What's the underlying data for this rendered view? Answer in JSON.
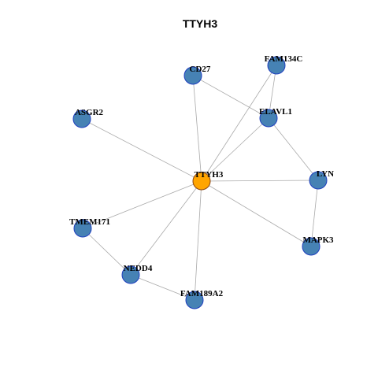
{
  "title": "TTYH3",
  "colors": {
    "hub_fill": "#ffa500",
    "hub_stroke": "#8b4513",
    "node_fill": "#4682b4",
    "node_stroke": "#1f3fbf",
    "edge": "#a9a9a9"
  },
  "nodes": [
    {
      "id": "TTYH3",
      "label": "TTYH3",
      "hub": true
    },
    {
      "id": "CD27",
      "label": "CD27"
    },
    {
      "id": "FAM134C",
      "label": "FAM134C"
    },
    {
      "id": "ASGR2",
      "label": "ASGR2"
    },
    {
      "id": "ELAVL1",
      "label": "ELAVL1"
    },
    {
      "id": "LYN",
      "label": "LYN"
    },
    {
      "id": "TMEM171",
      "label": "TMEM171"
    },
    {
      "id": "MAPK3",
      "label": "MAPK3"
    },
    {
      "id": "NEDD4",
      "label": "NEDD4"
    },
    {
      "id": "FAM189A2",
      "label": "FAM189A2"
    }
  ],
  "edges": [
    [
      "TTYH3",
      "CD27"
    ],
    [
      "TTYH3",
      "FAM134C"
    ],
    [
      "TTYH3",
      "ASGR2"
    ],
    [
      "TTYH3",
      "ELAVL1"
    ],
    [
      "TTYH3",
      "LYN"
    ],
    [
      "TTYH3",
      "TMEM171"
    ],
    [
      "TTYH3",
      "MAPK3"
    ],
    [
      "TTYH3",
      "NEDD4"
    ],
    [
      "TTYH3",
      "FAM189A2"
    ],
    [
      "CD27",
      "ELAVL1"
    ],
    [
      "FAM134C",
      "ELAVL1"
    ],
    [
      "ELAVL1",
      "LYN"
    ],
    [
      "LYN",
      "MAPK3"
    ],
    [
      "TMEM171",
      "NEDD4"
    ],
    [
      "NEDD4",
      "FAM189A2"
    ]
  ]
}
